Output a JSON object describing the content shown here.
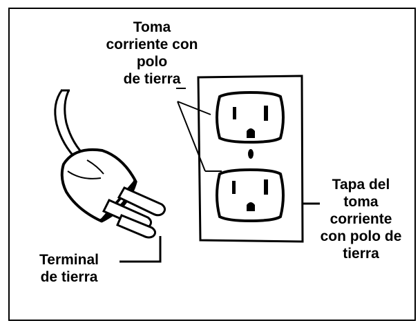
{
  "labels": {
    "outlet": {
      "lines": [
        "Toma",
        "corriente con",
        "polo",
        "de tierra"
      ]
    },
    "cover_plate": {
      "lines": [
        "Tapa del",
        "toma",
        "corriente",
        "con polo de",
        "tierra"
      ]
    },
    "ground_terminal": {
      "lines": [
        "Terminal",
        "de tierra"
      ]
    }
  }
}
